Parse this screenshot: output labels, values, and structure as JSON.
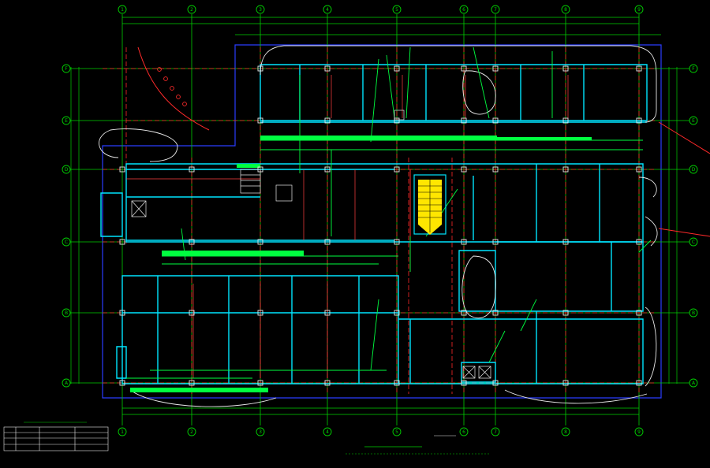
{
  "grid": {
    "columns": [
      "1",
      "2",
      "3",
      "4",
      "5",
      "6",
      "7",
      "8",
      "9"
    ],
    "rows": [
      "F",
      "E",
      "D",
      "C",
      "B",
      "A"
    ]
  },
  "legend": {
    "title": "",
    "headers": [
      "",
      "",
      "",
      ""
    ],
    "rows": [
      [
        "",
        "",
        "",
        ""
      ],
      [
        "",
        "",
        "",
        ""
      ],
      [
        "",
        "",
        "",
        ""
      ]
    ]
  },
  "drawing_title": "",
  "drawing_note": "",
  "colors": {
    "background": "#000000",
    "grid": "#00d000",
    "walls": "#00e5ff",
    "frame": "#2a3cff",
    "red": "#ff2a2a",
    "green_fill": "#00ff40",
    "stair": "#ffe600",
    "white": "#e8e8e8"
  }
}
